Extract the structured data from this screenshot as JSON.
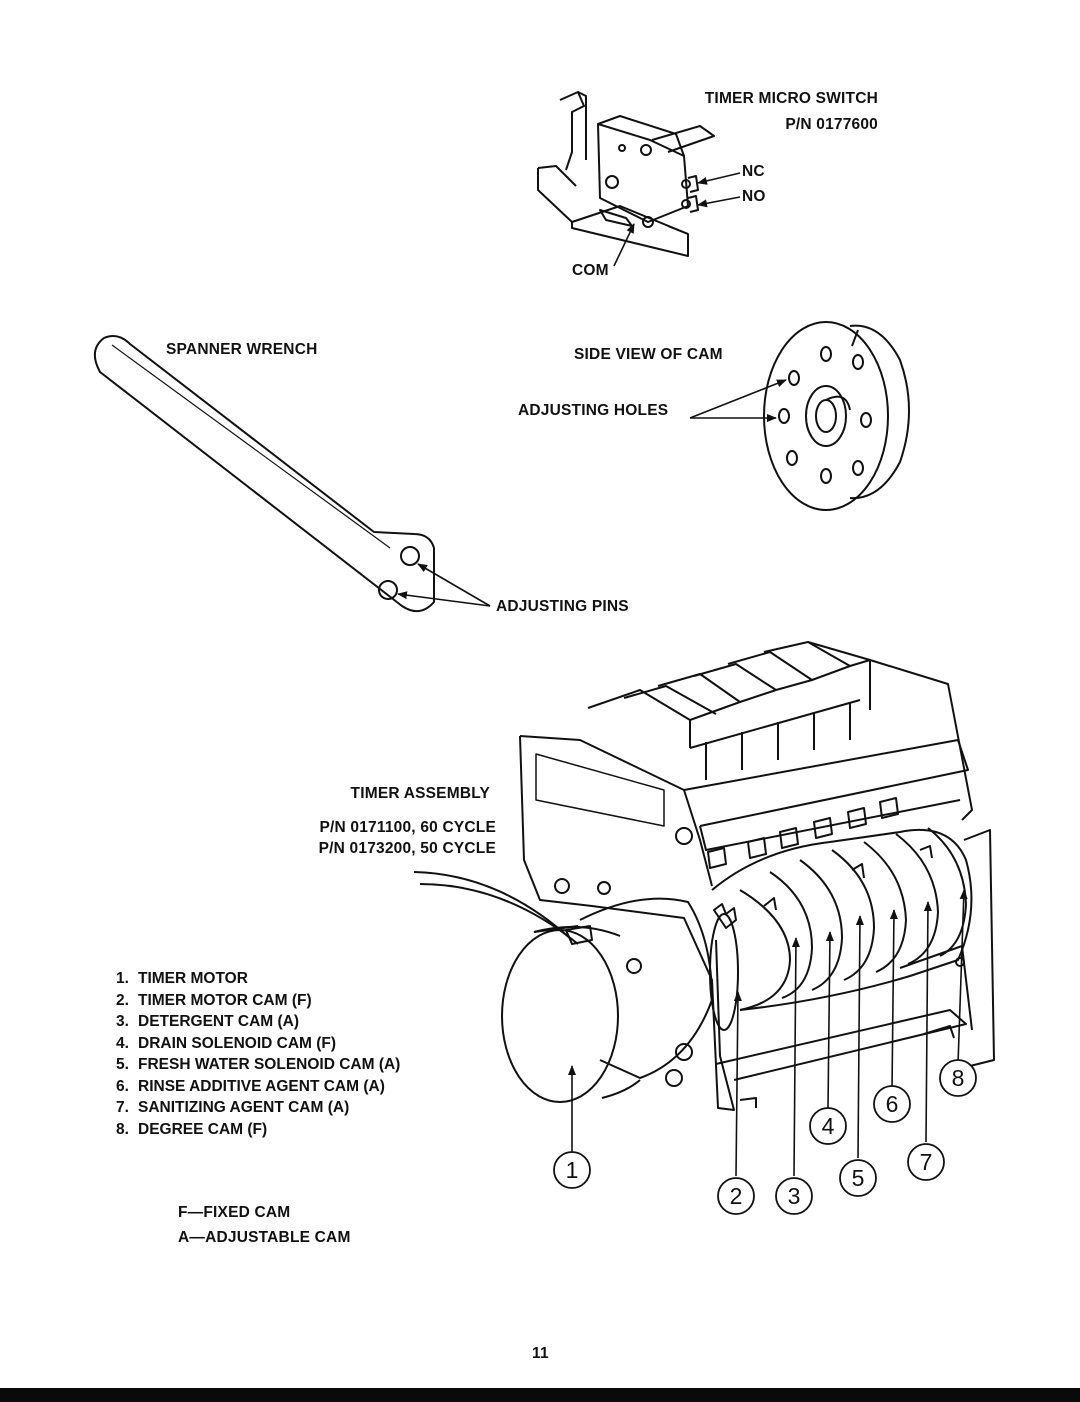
{
  "page_number": "11",
  "micro_switch": {
    "title": "TIMER MICRO SWITCH",
    "part_number": "P/N 0177600",
    "nc": "NC",
    "no": "NO",
    "com": "COM"
  },
  "spanner": {
    "title": "SPANNER WRENCH",
    "pins": "ADJUSTING PINS"
  },
  "cam_side": {
    "title": "SIDE VIEW OF CAM",
    "holes": "ADJUSTING HOLES"
  },
  "timer_assembly": {
    "title": "TIMER ASSEMBLY",
    "pn_60": "P/N 0171100, 60 CYCLE",
    "pn_50": "P/N 0173200, 50 CYCLE"
  },
  "legend": [
    {
      "n": "1.",
      "text": "TIMER MOTOR"
    },
    {
      "n": "2.",
      "text": "TIMER MOTOR CAM (F)"
    },
    {
      "n": "3.",
      "text": "DETERGENT CAM (A)"
    },
    {
      "n": "4.",
      "text": "DRAIN SOLENOID CAM (F)"
    },
    {
      "n": "5.",
      "text": "FRESH WATER SOLENOID CAM (A)"
    },
    {
      "n": "6.",
      "text": "RINSE ADDITIVE AGENT CAM (A)"
    },
    {
      "n": "7.",
      "text": "SANITIZING AGENT CAM (A)"
    },
    {
      "n": "8.",
      "text": "DEGREE CAM (F)"
    }
  ],
  "notes": {
    "fixed": "F—FIXED CAM",
    "adjustable": "A—ADJUSTABLE CAM"
  },
  "callouts": [
    "1",
    "2",
    "3",
    "4",
    "5",
    "6",
    "7",
    "8"
  ],
  "colors": {
    "ink": "#111111",
    "paper": "#ffffff",
    "bar": "#0a0a0a"
  }
}
